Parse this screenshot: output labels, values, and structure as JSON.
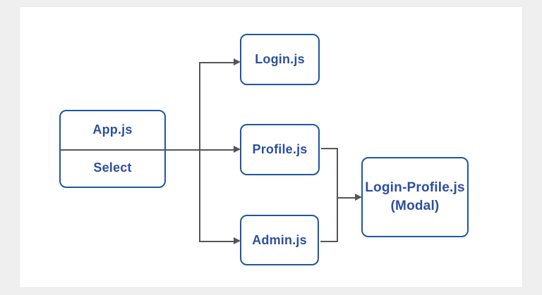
{
  "colors": {
    "background": "#efefef",
    "panel": "#ffffff",
    "box_border": "#1f56a5",
    "box_text": "#2d4f9e",
    "connector": "#55565a"
  },
  "diagram": {
    "nodes": {
      "app": {
        "top_label": "App.js",
        "bottom_label": "Select"
      },
      "login": {
        "label": "Login.js"
      },
      "profile": {
        "label": "Profile.js"
      },
      "admin": {
        "label": "Admin.js"
      },
      "modal": {
        "label": "Login-Profile.js",
        "sublabel": "(Modal)"
      }
    },
    "edges": [
      {
        "from": "app",
        "to": "login"
      },
      {
        "from": "app",
        "to": "profile"
      },
      {
        "from": "app",
        "to": "admin"
      },
      {
        "from": "profile",
        "to": "modal"
      },
      {
        "from": "admin",
        "to": "modal"
      }
    ]
  }
}
